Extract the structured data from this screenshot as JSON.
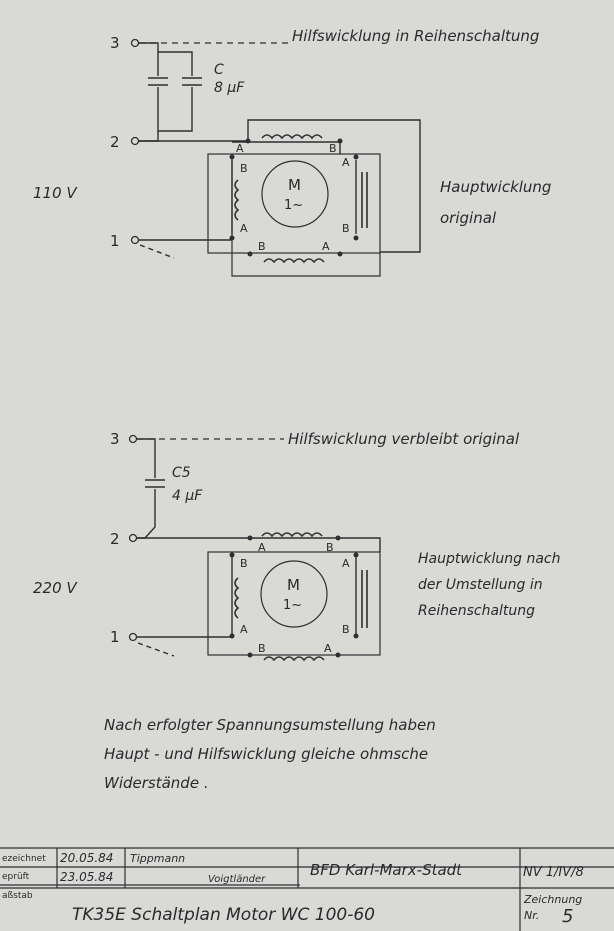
{
  "upper": {
    "terminal_3": "3",
    "terminal_2": "2",
    "terminal_1": "1",
    "aux_label": "Hilfswicklung in Reihenschaltung",
    "cap_name": "C",
    "cap_value": "8 µF",
    "voltage": "110 V",
    "motor_line1": "M",
    "motor_line2": "1~",
    "main_label_line1": "Hauptwicklung",
    "main_label_line2": "original",
    "coil_top_left": "A",
    "coil_top_right": "B",
    "coil_left_top": "B",
    "coil_left_bottom": "A",
    "coil_right_top": "A",
    "coil_right_bottom": "B",
    "coil_bottom_left": "B",
    "coil_bottom_right": "A"
  },
  "lower": {
    "terminal_3": "3",
    "terminal_2": "2",
    "terminal_1": "1",
    "aux_label": "Hilfswicklung verbleibt original",
    "cap_name": "C5",
    "cap_value": "4 µF",
    "voltage": "220 V",
    "motor_line1": "M",
    "motor_line2": "1~",
    "main_label_line1": "Hauptwicklung nach",
    "main_label_line2": "der Umstellung in",
    "main_label_line3": "Reihenschaltung",
    "coil_top_left": "A",
    "coil_top_right": "B",
    "coil_left_top": "B",
    "coil_left_bottom": "A",
    "coil_right_top": "A",
    "coil_right_bottom": "B",
    "coil_bottom_left": "B",
    "coil_bottom_right": "A"
  },
  "note": {
    "line1": "Nach erfolgter Spannungsumstellung haben",
    "line2": "Haupt - und Hilfswicklung gleiche ohmsche",
    "line3": "Widerstände ."
  },
  "titleblock": {
    "row1_label": "ezeichnet",
    "row1_date": "20.05.84",
    "row1_name": "Tippmann",
    "row2_label": "eprüft",
    "row2_date": "23.05.84",
    "row2_name": "Voigtländer",
    "row3_label": "aßstab",
    "org": "BFD Karl-Marx-Stadt",
    "doc_number": "NV 1/IV/8",
    "title": "TK35E  Schaltplan  Motor WC 100-60",
    "drawing_label_line1": "Zeichnung",
    "drawing_label_line2": "Nr.",
    "drawing_number": "5"
  }
}
